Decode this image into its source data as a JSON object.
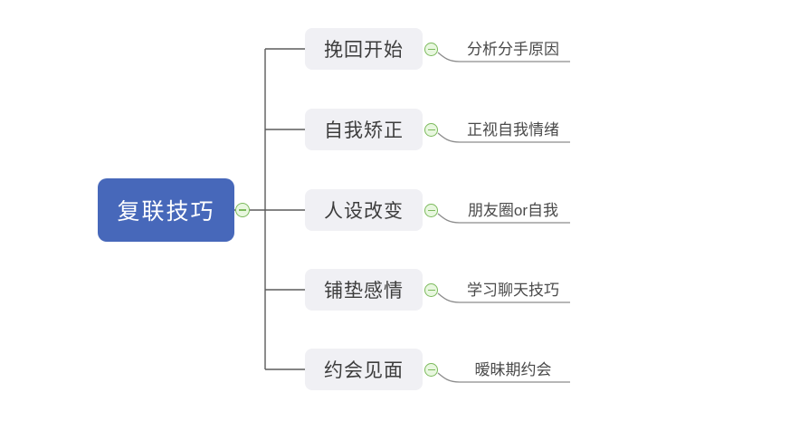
{
  "root": {
    "label": "复联技巧"
  },
  "branches": [
    {
      "label": "挽回开始",
      "child": "分析分手原因"
    },
    {
      "label": "自我矫正",
      "child": "正视自我情绪"
    },
    {
      "label": "人设改变",
      "child": "朋友圈or自我"
    },
    {
      "label": "铺垫感情",
      "child": "学习聊天技巧"
    },
    {
      "label": "约会见面",
      "child": "暧昧期约会"
    }
  ],
  "icons": {
    "collapse_toggle": "minus-in-circle"
  },
  "colors": {
    "root_bg": "#4768ba",
    "root_text": "#ffffff",
    "branch_bg": "#f0f0f4",
    "branch_text": "#3d3d3d",
    "leaf_text": "#4a4a4a",
    "connector": "#5b5b5b",
    "leaf_line": "#8c8c8c",
    "toggle_fill": "#e8f7df",
    "toggle_border": "#7cba5d"
  }
}
